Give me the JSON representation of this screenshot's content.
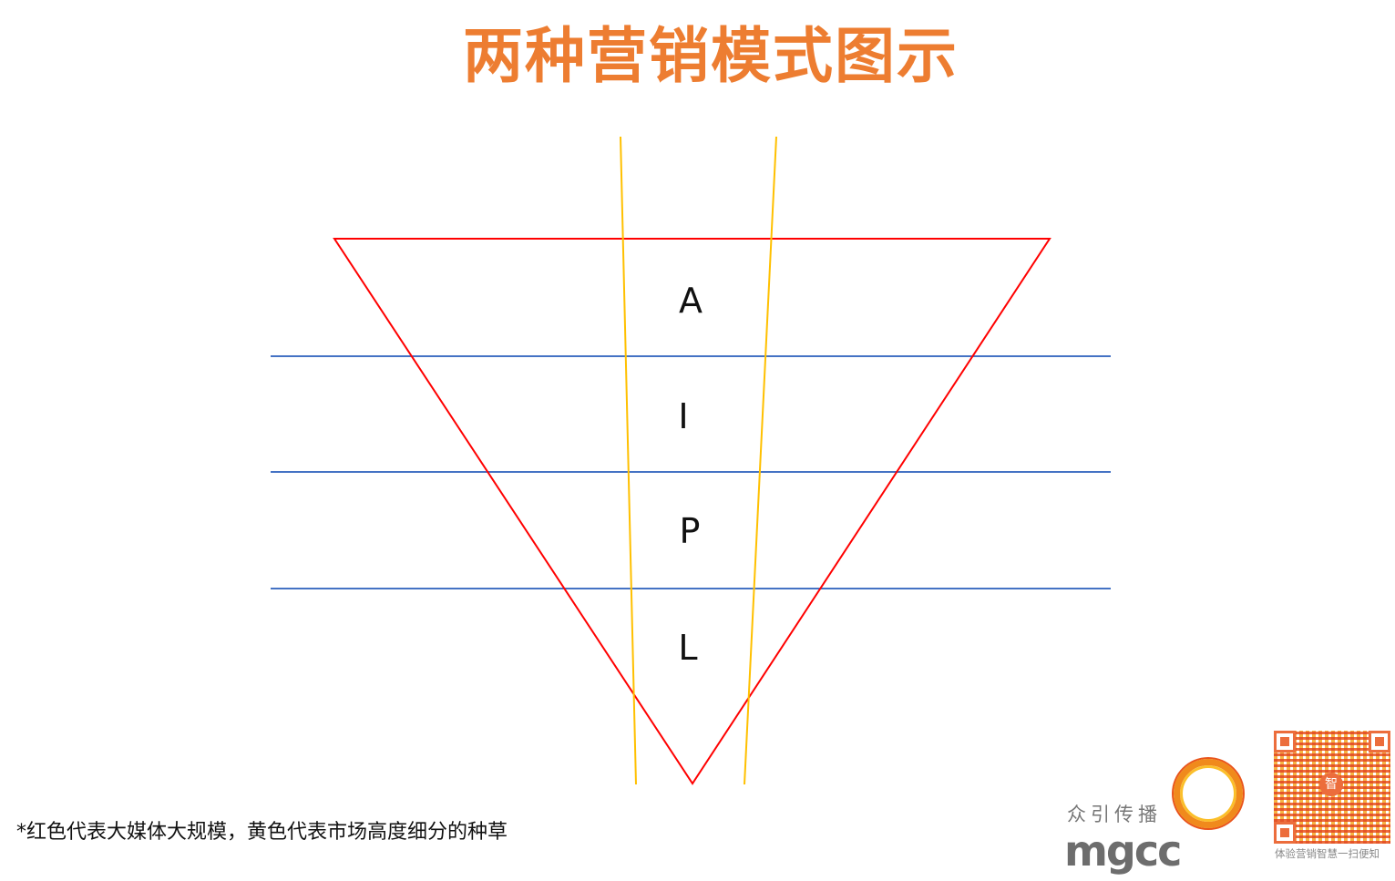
{
  "title": "两种营销模式图示",
  "diagram": {
    "stages": [
      "A",
      "I",
      "P",
      "L"
    ],
    "colors": {
      "mass_media": "#ff0000",
      "niche": "#ffc000",
      "divider": "#4472c4",
      "title": "#ed7d31"
    }
  },
  "footnote": "*红色代表大媒体大规模，黄色代表市场高度细分的种草",
  "logo": {
    "chinese": "众引传播",
    "english": "mgcc"
  },
  "qr": {
    "center_glyph": "智",
    "caption": "体验营销智慧一扫便知"
  }
}
